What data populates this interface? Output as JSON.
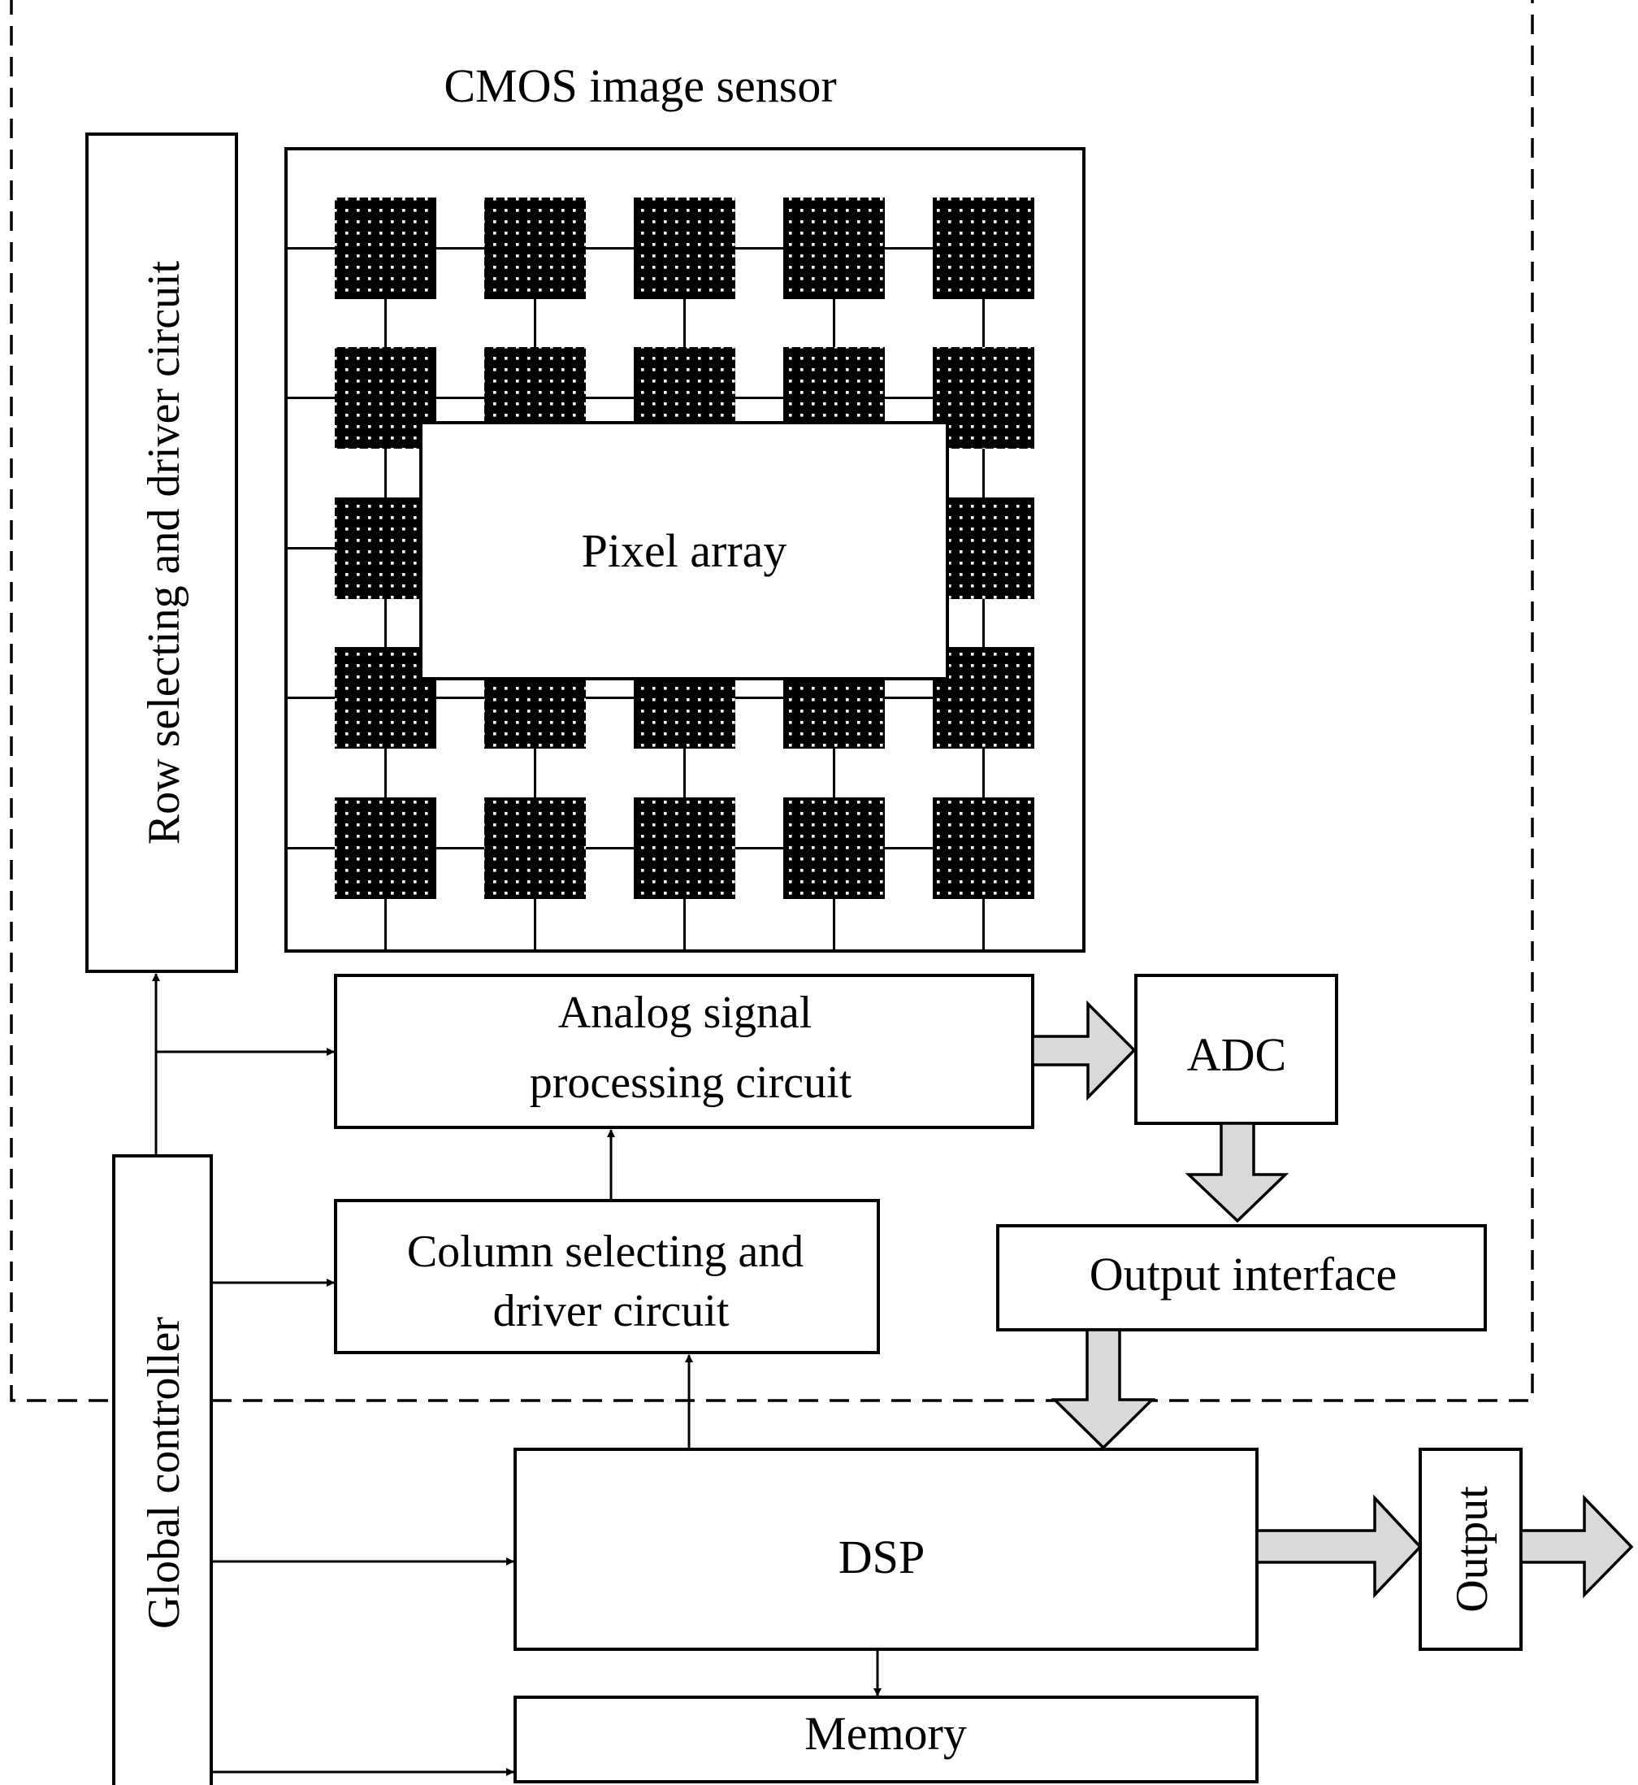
{
  "sensor_label": "CMOS image sensor",
  "blocks": {
    "row_driver": "Row selecting and driver circuit",
    "pixel_array": "Pixel array",
    "analog": [
      "Analog signal",
      "processing circuit"
    ],
    "adc": "ADC",
    "column_driver": [
      "Column selecting and",
      "driver circuit"
    ],
    "output_interface": "Output interface",
    "global_controller": "Global controller",
    "dsp": "DSP",
    "memory": "Memory",
    "output": "Output"
  },
  "pixel_grid": {
    "rows": 5,
    "cols": 5
  },
  "colors": {
    "stroke": "#000000",
    "pixel": "#000000",
    "arrow_fill": "#d9d9d9",
    "background": "#ffffff"
  }
}
